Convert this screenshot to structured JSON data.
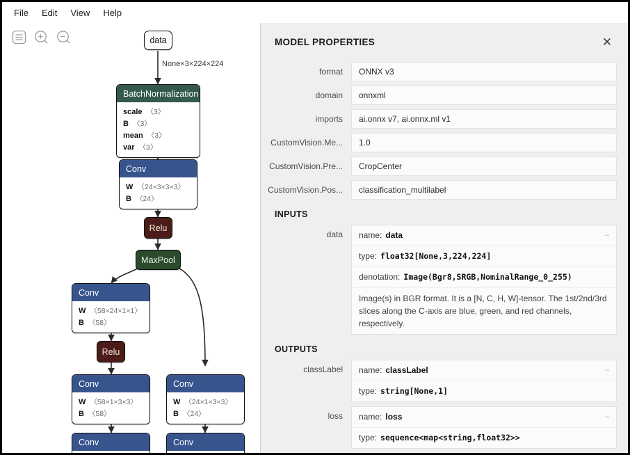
{
  "menu": {
    "items": [
      "File",
      "Edit",
      "View",
      "Help"
    ]
  },
  "toolbar": {
    "items": [
      {
        "name": "properties-icon",
        "label": "Properties"
      },
      {
        "name": "zoom-in-icon",
        "label": "Zoom In"
      },
      {
        "name": "zoom-out-icon",
        "label": "Zoom Out"
      }
    ]
  },
  "graph": {
    "edge_labels": [
      "None×3×224×224"
    ],
    "nodes": [
      {
        "id": "data",
        "type": "io",
        "title": "data",
        "attrs": []
      },
      {
        "id": "bn",
        "type": "card",
        "title": "BatchNormalization",
        "attrs": [
          {
            "k": "scale",
            "v": "〈3〉"
          },
          {
            "k": "B",
            "v": "〈3〉"
          },
          {
            "k": "mean",
            "v": "〈3〉"
          },
          {
            "k": "var",
            "v": "〈3〉"
          }
        ]
      },
      {
        "id": "conv1",
        "type": "card",
        "title": "Conv",
        "attrs": [
          {
            "k": "W",
            "v": "〈24×3×3×3〉"
          },
          {
            "k": "B",
            "v": "〈24〉"
          }
        ]
      },
      {
        "id": "relu1",
        "type": "act",
        "title": "Relu",
        "attrs": []
      },
      {
        "id": "maxpool",
        "type": "pool",
        "title": "MaxPool",
        "attrs": []
      },
      {
        "id": "conv2",
        "type": "card",
        "title": "Conv",
        "attrs": [
          {
            "k": "W",
            "v": "〈58×24×1×1〉"
          },
          {
            "k": "B",
            "v": "〈58〉"
          }
        ]
      },
      {
        "id": "relu2",
        "type": "act",
        "title": "Relu",
        "attrs": []
      },
      {
        "id": "conv3",
        "type": "card",
        "title": "Conv",
        "attrs": [
          {
            "k": "W",
            "v": "〈58×1×3×3〉"
          },
          {
            "k": "B",
            "v": "〈58〉"
          }
        ]
      },
      {
        "id": "conv4",
        "type": "card",
        "title": "Conv",
        "attrs": [
          {
            "k": "W",
            "v": "〈24×1×3×3〉"
          },
          {
            "k": "B",
            "v": "〈24〉"
          }
        ]
      },
      {
        "id": "conv5",
        "type": "card",
        "title": "Conv",
        "attrs": []
      },
      {
        "id": "conv6",
        "type": "card",
        "title": "Conv",
        "attrs": []
      }
    ]
  },
  "panel": {
    "title": "MODEL PROPERTIES",
    "close_label": "✕",
    "collapse_label": "–",
    "properties": [
      {
        "label": "format",
        "value": "ONNX v3"
      },
      {
        "label": "domain",
        "value": "onnxml"
      },
      {
        "label": "imports",
        "value": "ai.onnx v7, ai.onnx.ml v1"
      },
      {
        "label": "CustomVision.Me...",
        "value": "1.0"
      },
      {
        "label": "CustomVision.Pre...",
        "value": "CropCenter"
      },
      {
        "label": "CustomVision.Pos...",
        "value": "classification_multilabel"
      }
    ],
    "inputs_title": "INPUTS",
    "inputs": [
      {
        "label": "data",
        "name_key": "name:",
        "name_value": "data",
        "type_key": "type:",
        "type_value": "float32[None,3,224,224]",
        "denotation_key": "denotation:",
        "denotation_value": "Image(Bgr8,SRGB,NominalRange_0_255)",
        "description": "Image(s) in BGR format. It is a [N, C, H, W]-tensor. The 1st/2nd/3rd slices along the C-axis are blue, green, and red channels, respectively."
      }
    ],
    "outputs_title": "OUTPUTS",
    "outputs": [
      {
        "label": "classLabel",
        "name_key": "name:",
        "name_value": "classLabel",
        "type_key": "type:",
        "type_value": "string[None,1]"
      },
      {
        "label": "loss",
        "name_key": "name:",
        "name_value": "loss",
        "type_key": "type:",
        "type_value": "sequence<map<string,float32>>"
      }
    ]
  },
  "colors": {
    "node_conv": "#37548d",
    "node_batchnorm": "#335a4c",
    "node_relu": "#4c1c18",
    "node_maxpool": "#2c4a2c",
    "panel_bg": "#efefef"
  }
}
